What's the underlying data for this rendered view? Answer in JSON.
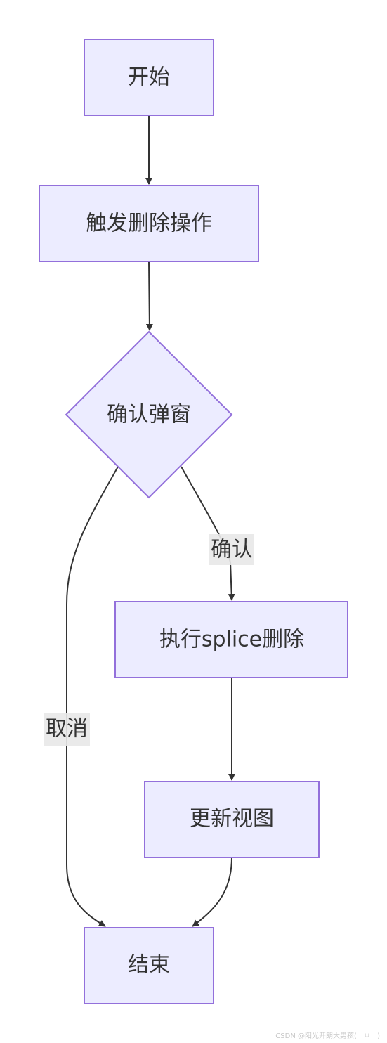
{
  "colors": {
    "node_fill": "#ECECFF",
    "node_stroke": "#9370DB",
    "edge": "#333333",
    "label_bg": "#E8E8E8",
    "text": "#333333"
  },
  "nodes": {
    "start": {
      "label": "开始"
    },
    "trigger": {
      "label": "触发删除操作"
    },
    "decision": {
      "label": "确认弹窗"
    },
    "splice": {
      "label": "执行splice删除"
    },
    "update": {
      "label": "更新视图"
    },
    "end": {
      "label": "结束"
    }
  },
  "edges": {
    "confirm": {
      "label": "确认"
    },
    "cancel": {
      "label": "取消"
    }
  },
  "watermark": "CSDN @阳光开朗大男孩(　ㅂ　)"
}
